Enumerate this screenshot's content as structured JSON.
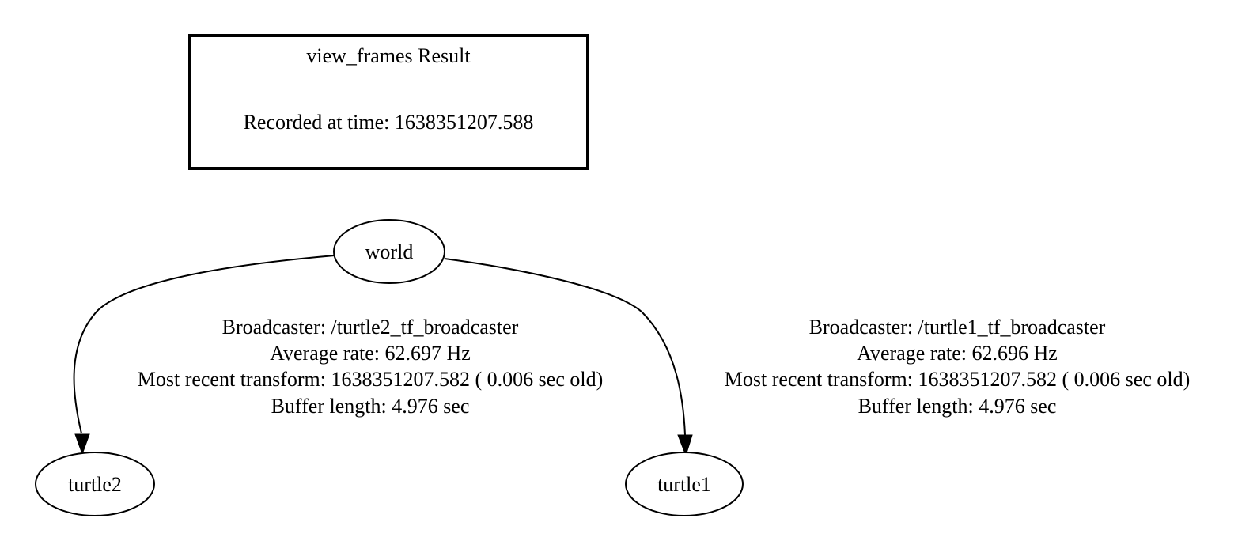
{
  "header": {
    "title": "view_frames Result",
    "recorded": "Recorded at time: 1638351207.588"
  },
  "nodes": {
    "world": "world",
    "turtle2": "turtle2",
    "turtle1": "turtle1"
  },
  "edges": {
    "world_turtle2": {
      "broadcaster": "Broadcaster: /turtle2_tf_broadcaster",
      "rate": "Average rate: 62.697 Hz",
      "recent": "Most recent transform: 1638351207.582 ( 0.006 sec old)",
      "buffer": "Buffer length: 4.976 sec"
    },
    "world_turtle1": {
      "broadcaster": "Broadcaster: /turtle1_tf_broadcaster",
      "rate": "Average rate: 62.696 Hz",
      "recent": "Most recent transform: 1638351207.582 ( 0.006 sec old)",
      "buffer": "Buffer length: 4.976 sec"
    }
  },
  "colors": {
    "stroke": "#000000",
    "background": "#ffffff"
  }
}
